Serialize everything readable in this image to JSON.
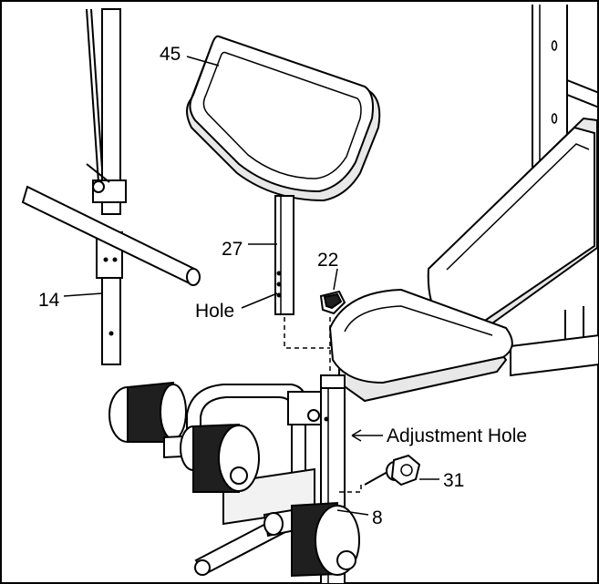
{
  "labels": {
    "part_45": "45",
    "part_27": "27",
    "part_22": "22",
    "part_14": "14",
    "hole": "Hole",
    "adjustment_hole": "Adjustment Hole",
    "part_31": "31",
    "part_8": "8"
  }
}
